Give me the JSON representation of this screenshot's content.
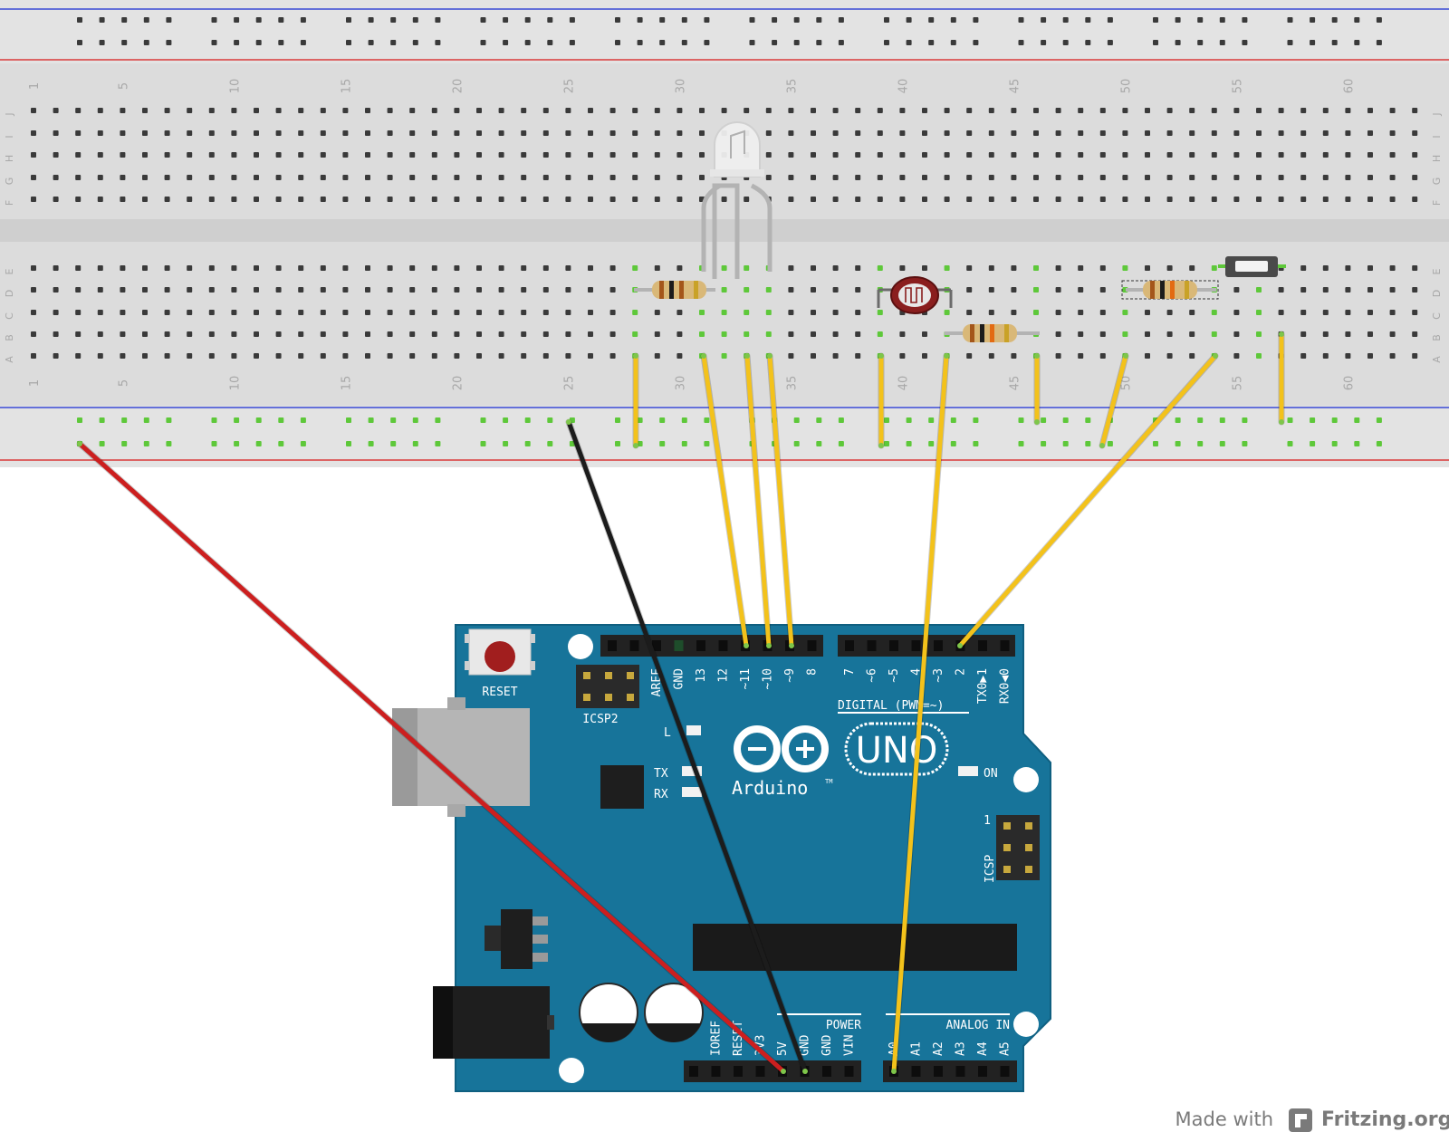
{
  "breadboard": {
    "column_numbers": [
      "1",
      "5",
      "10",
      "15",
      "20",
      "25",
      "30",
      "35",
      "40",
      "45",
      "50",
      "55",
      "60"
    ],
    "top_row_letters": [
      "J",
      "I",
      "H",
      "G",
      "F"
    ],
    "bottom_row_letters": [
      "E",
      "D",
      "C",
      "B",
      "A"
    ]
  },
  "arduino": {
    "reset_label": "RESET",
    "icsp2_label": "ICSP2",
    "icsp_label": "ICSP",
    "icsp_pin1": "1",
    "digital_header": "DIGITAL (PWM=~)",
    "digital_pins_left": [
      "AREF",
      "GND",
      "13",
      "12",
      "~11",
      "~10",
      "~9",
      "8"
    ],
    "digital_pins_right": [
      "7",
      "~6",
      "~5",
      "4",
      "~3",
      "2",
      "TX0▶1",
      "RX0◀0"
    ],
    "led_l": "L",
    "led_tx": "TX",
    "led_rx": "RX",
    "led_on": "ON",
    "logo_text": "Arduino",
    "tm": "TM",
    "model": "UNO",
    "power_header": "POWER",
    "power_pins": [
      "IOREF",
      "RESET",
      "3V3",
      "5V",
      "GND",
      "GND",
      "VIN"
    ],
    "analog_header": "ANALOG IN",
    "analog_pins": [
      "A0",
      "A1",
      "A2",
      "A3",
      "A4",
      "A5"
    ]
  },
  "footer": {
    "made_with": "Made with",
    "brand": "Fritzing.org"
  },
  "colors": {
    "board_blue": "#17749a",
    "breadboard_gray": "#dcdcdc",
    "wire_yellow": "#f3c21b",
    "wire_red": "#cc1f1f",
    "wire_black": "#1c1c1c",
    "connected_hole": "#5ec83a"
  }
}
